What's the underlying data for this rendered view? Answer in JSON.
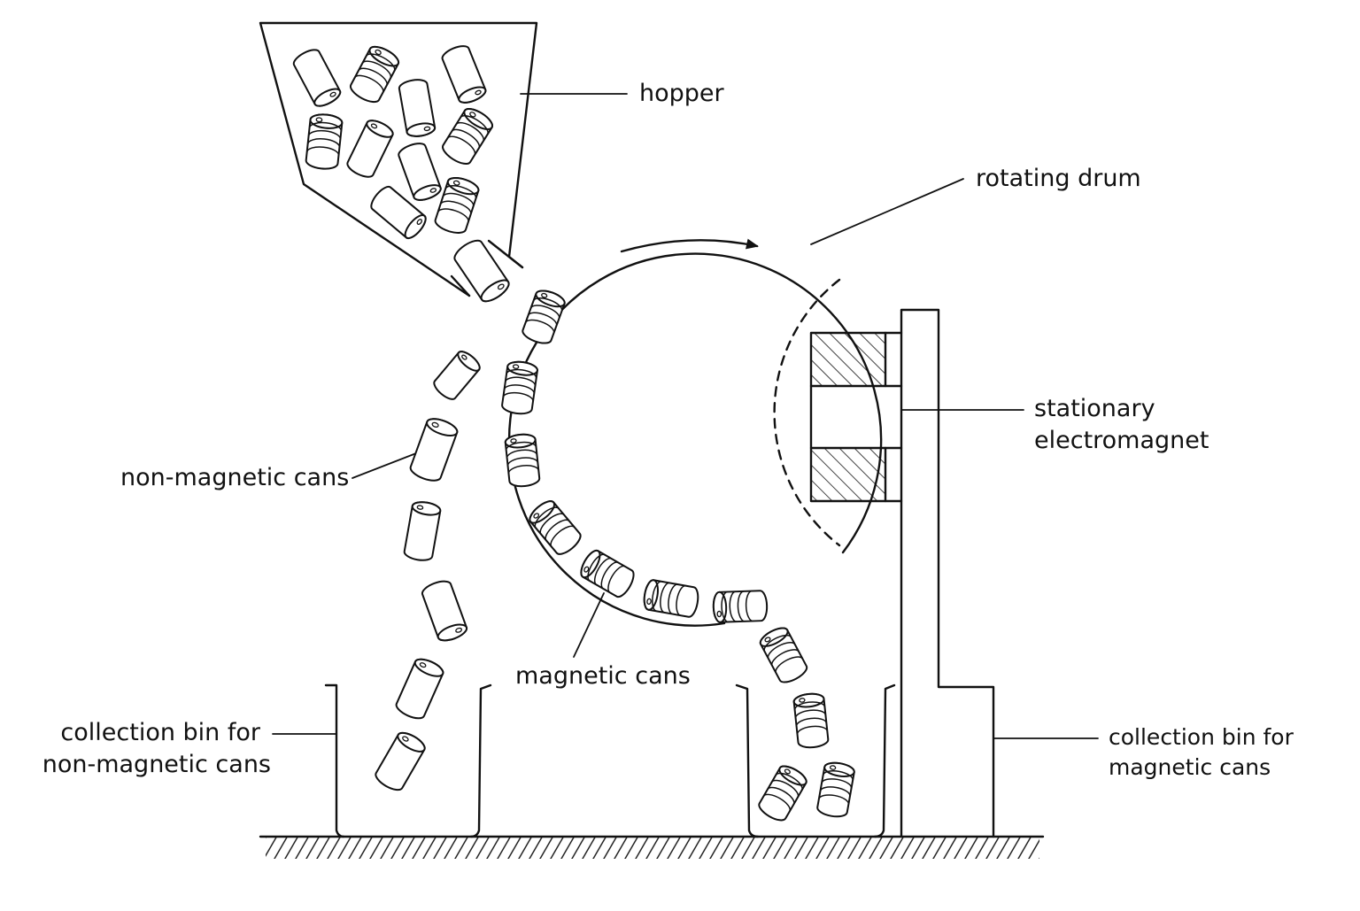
{
  "labels": {
    "hopper": "hopper",
    "rotating_drum": "rotating drum",
    "stationary_electromagnet_line1": "stationary",
    "stationary_electromagnet_line2": "electromagnet",
    "non_magnetic_cans": "non-magnetic cans",
    "magnetic_cans": "magnetic cans",
    "bin_non_magnetic_line1": "collection bin for",
    "bin_non_magnetic_line2": "non-magnetic cans",
    "bin_magnetic_line1": "collection bin for",
    "bin_magnetic_line2": "magnetic cans"
  },
  "colors": {
    "ink": "#111111",
    "background": "#ffffff"
  }
}
